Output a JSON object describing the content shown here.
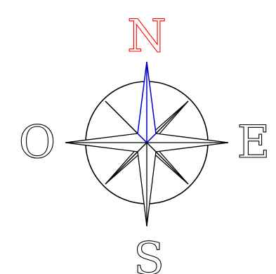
{
  "compass": {
    "labels": {
      "north": "N",
      "south": "S",
      "east": "E",
      "west": "O"
    },
    "colors": {
      "north_label": "#ff0000",
      "north_needle": "#0000cc",
      "rose_lines": "#000000",
      "background": "#ffffff"
    }
  }
}
